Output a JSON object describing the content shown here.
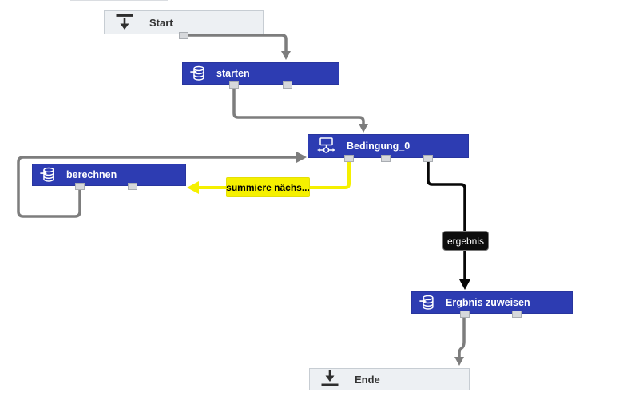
{
  "diagram": {
    "kind": "flow-editor-canvas",
    "nodes": {
      "start": {
        "label": "Start"
      },
      "starten": {
        "label": "starten"
      },
      "bedingung": {
        "label": "Bedingung_0"
      },
      "berechnen": {
        "label": "berechnen"
      },
      "ergbnis": {
        "label": "Ergbnis zuweisen"
      },
      "ende": {
        "label": "Ende"
      }
    },
    "edge_labels": {
      "loop": "summiere nächs...",
      "result": "ergebnis"
    },
    "icons": {
      "start": "start-bar-down-arrow-icon",
      "end": "down-arrow-bar-icon",
      "action": "database-assign-icon",
      "condition": "condition-branch-icon"
    },
    "colors": {
      "node_blue": "#2d3cb2",
      "terminal_bg": "#edf0f3",
      "terminal_border": "#c7cdd3",
      "edge_gray": "#7d7d7d",
      "edge_yellow": "#f5f000",
      "edge_black": "#070707",
      "label_black_bg": "#0d0d0d",
      "connector_fill": "#d6d8db"
    }
  }
}
